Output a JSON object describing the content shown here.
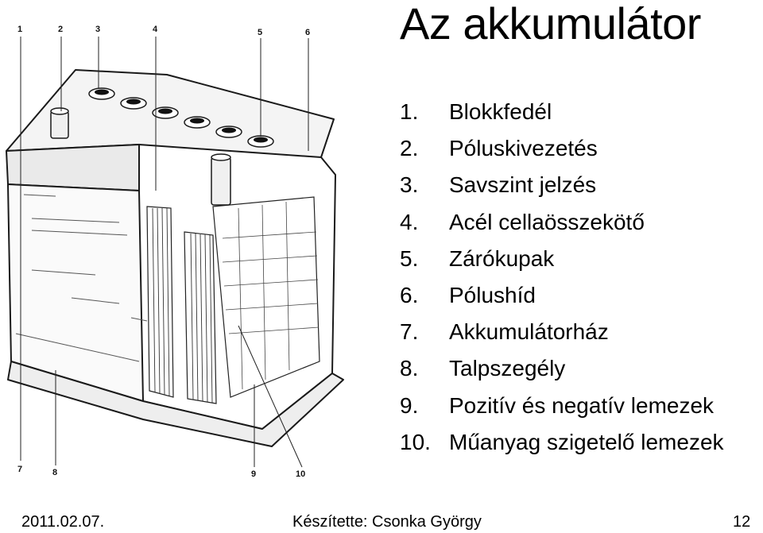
{
  "slide": {
    "title": "Az akkumulátor",
    "parts": [
      {
        "num": "1.",
        "label": "Blokkfedél"
      },
      {
        "num": "2.",
        "label": "Póluskivezetés"
      },
      {
        "num": "3.",
        "label": "Savszint jelzés"
      },
      {
        "num": "4.",
        "label": "Acél cellaösszekötő"
      },
      {
        "num": "5.",
        "label": "Zárókupak"
      },
      {
        "num": "6.",
        "label": "Pólushíd"
      },
      {
        "num": "7.",
        "label": "Akkumulátorház"
      },
      {
        "num": "8.",
        "label": "Talpszegély"
      },
      {
        "num": "9.",
        "label": "Pozitív és negatív  lemezek"
      },
      {
        "num": "10.",
        "label": "Műanyag szigetelő lemezek"
      }
    ]
  },
  "diagram": {
    "callouts": [
      "1",
      "2",
      "3",
      "4",
      "5",
      "6",
      "7",
      "8",
      "9",
      "10"
    ]
  },
  "footer": {
    "date": "2011.02.07.",
    "author": "Készítette: Csonka György",
    "page": "12"
  }
}
